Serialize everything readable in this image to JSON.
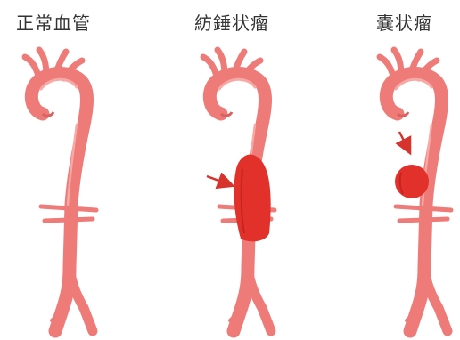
{
  "panels": [
    {
      "title": "正常血管"
    },
    {
      "title": "紡錘状瘤"
    },
    {
      "title": "嚢状瘤"
    }
  ],
  "colors": {
    "vessel": "#EE7B78",
    "vessel_edge": "#D9615F",
    "highlight": "#F7A9A6",
    "aneurysm": "#E2302B",
    "aneurysm_dark": "#C72420",
    "arrow": "#D8322C"
  }
}
